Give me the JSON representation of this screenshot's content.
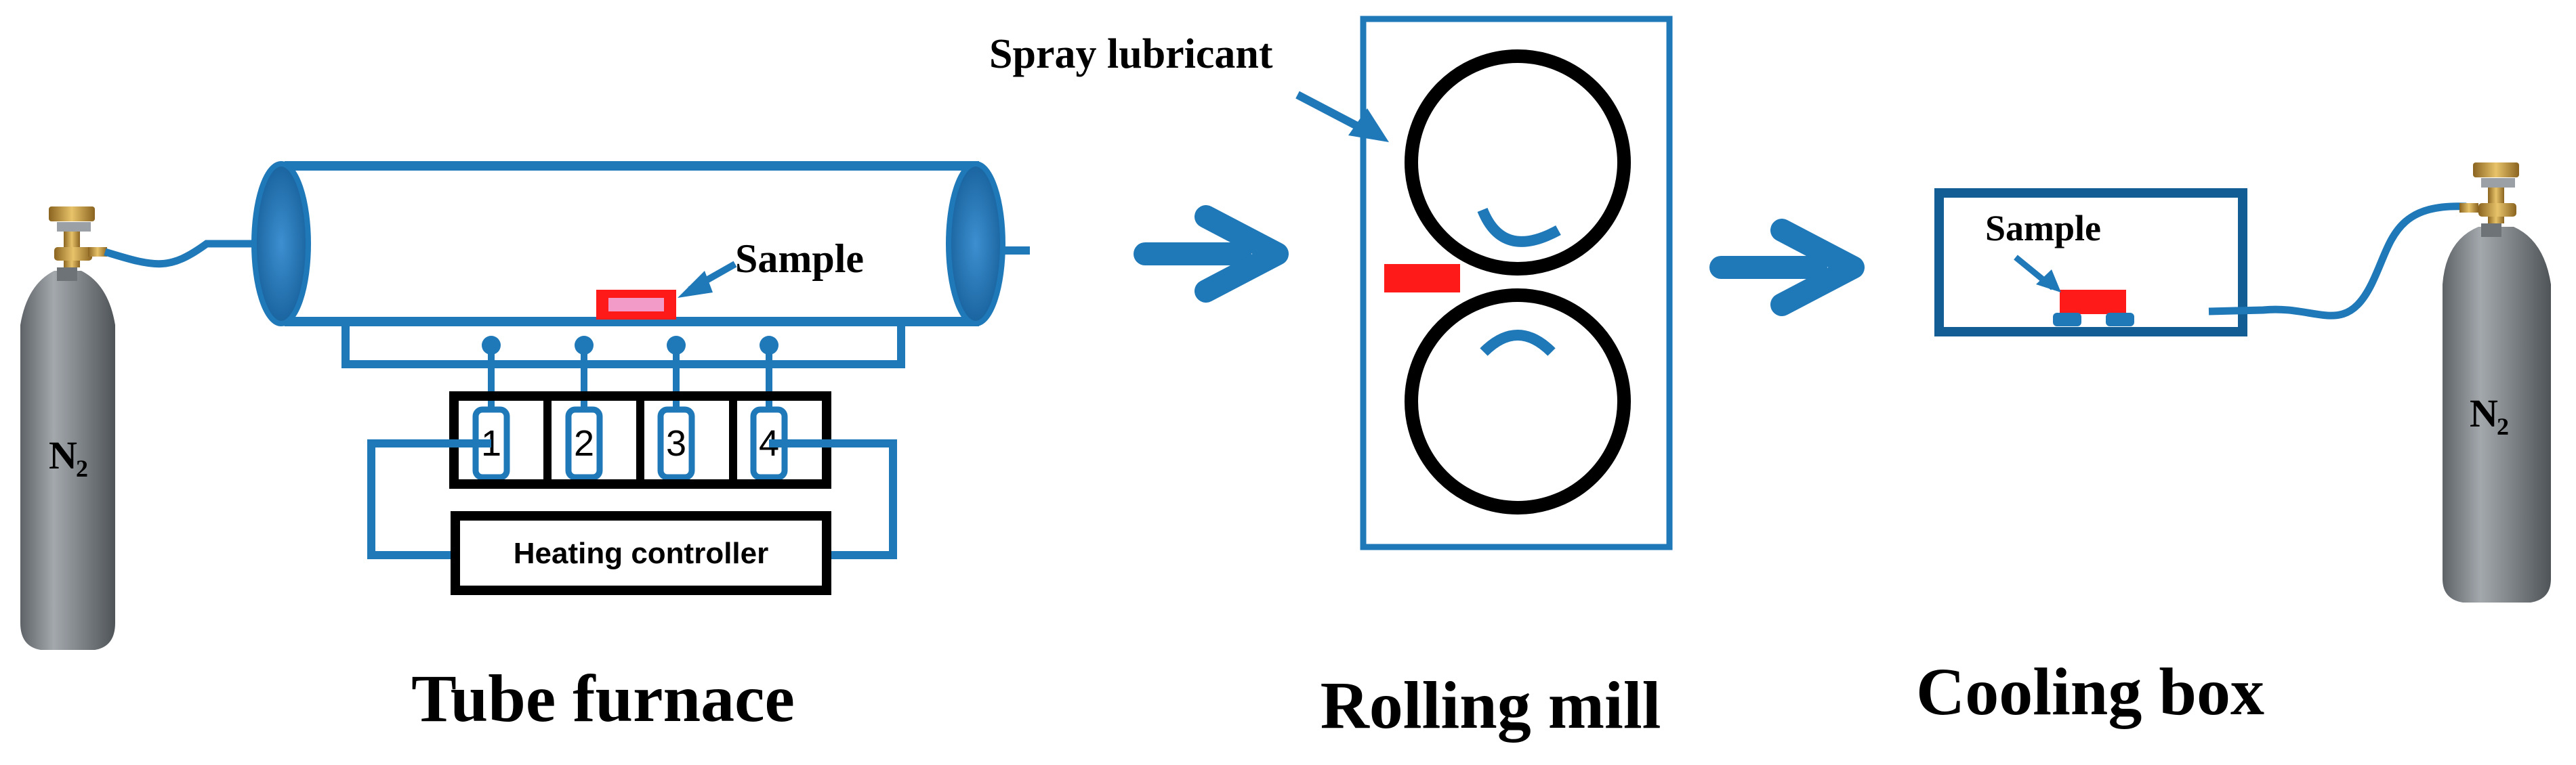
{
  "colors": {
    "line": "#1f78b8",
    "line_dark": "#125e94",
    "sample_red": "#ff1a1a",
    "sample_pink": "#f29ac8",
    "cylinder_gray": "#7c8186",
    "valve_brass": "#c49a3a",
    "black": "#000000"
  },
  "furnace": {
    "label": "Tube furnace",
    "sample_label": "Sample",
    "zones": [
      "1",
      "2",
      "3",
      "4"
    ],
    "controller_label": "Heating controller"
  },
  "mill": {
    "label": "Rolling mill",
    "spray_label": "Spray lubricant"
  },
  "cooling": {
    "label": "Cooling box",
    "sample_label": "Sample"
  },
  "gas_left": {
    "label": "N",
    "subscript": "2"
  },
  "gas_right": {
    "label": "N",
    "subscript": "2"
  },
  "icons": [
    "gas-cylinder-icon",
    "flow-arrow-icon",
    "sample-block-icon",
    "roller-icon"
  ]
}
